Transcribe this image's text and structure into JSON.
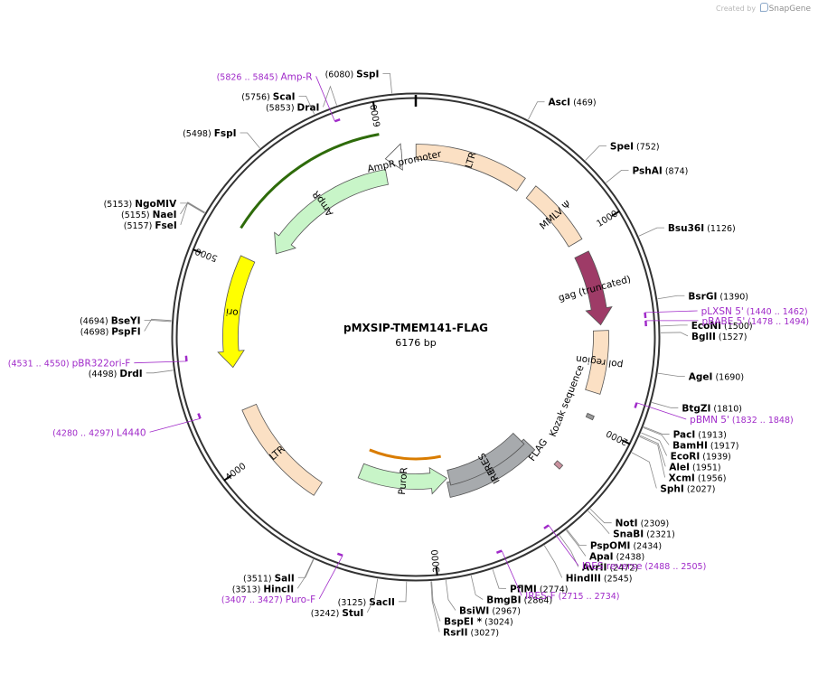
{
  "credit": {
    "prefix": "Created by",
    "brand": "SnapGene"
  },
  "plasmid": {
    "name": "pMXSIP-TMEM141-FLAG",
    "size_label": "6176 bp",
    "length": 6176
  },
  "tick_labels": [
    "1000",
    "2000",
    "3000",
    "4000",
    "5000",
    "6000"
  ],
  "sites": [
    {
      "name": "SspI",
      "pos": "(6080)",
      "loc": 6080
    },
    {
      "name": "AscI",
      "pos": "(469)",
      "loc": 469
    },
    {
      "name": "SpeI",
      "pos": "(752)",
      "loc": 752
    },
    {
      "name": "PshAI",
      "pos": "(874)",
      "loc": 874
    },
    {
      "name": "Bsu36I",
      "pos": "(1126)",
      "loc": 1126
    },
    {
      "name": "BsrGI",
      "pos": "(1390)",
      "loc": 1390
    },
    {
      "name": "EcoNI",
      "pos": "(1500)",
      "loc": 1500
    },
    {
      "name": "BglII",
      "pos": "(1527)",
      "loc": 1527
    },
    {
      "name": "AgeI",
      "pos": "(1690)",
      "loc": 1690
    },
    {
      "name": "BtgZI",
      "pos": "(1810)",
      "loc": 1810
    },
    {
      "name": "PacI",
      "pos": "(1913)",
      "loc": 1913
    },
    {
      "name": "BamHI",
      "pos": "(1917)",
      "loc": 1917
    },
    {
      "name": "EcoRI",
      "pos": "(1939)",
      "loc": 1939
    },
    {
      "name": "AleI",
      "pos": "(1951)",
      "loc": 1951
    },
    {
      "name": "XcmI",
      "pos": "(1956)",
      "loc": 1956
    },
    {
      "name": "SphI",
      "pos": "(2027)",
      "loc": 2027
    },
    {
      "name": "NotI",
      "pos": "(2309)",
      "loc": 2309
    },
    {
      "name": "SnaBI",
      "pos": "(2321)",
      "loc": 2321
    },
    {
      "name": "PspOMI",
      "pos": "(2434)",
      "loc": 2434
    },
    {
      "name": "ApaI",
      "pos": "(2438)",
      "loc": 2438
    },
    {
      "name": "AvrII",
      "pos": "(2472)",
      "loc": 2472
    },
    {
      "name": "HindIII",
      "pos": "(2545)",
      "loc": 2545
    },
    {
      "name": "PflMI",
      "pos": "(2774)",
      "loc": 2774
    },
    {
      "name": "BmgBI",
      "pos": "(2864)",
      "loc": 2864
    },
    {
      "name": "BsiWI",
      "pos": "(2967)",
      "loc": 2967
    },
    {
      "name": "BspEI *",
      "pos": "(3024)",
      "loc": 3024
    },
    {
      "name": "RsrII",
      "pos": "(3027)",
      "loc": 3027
    },
    {
      "name": "SacII",
      "pos": "(3125)",
      "loc": 3125
    },
    {
      "name": "StuI",
      "pos": "(3242)",
      "loc": 3242
    },
    {
      "name": "SalI",
      "pos": "(3511)",
      "loc": 3511
    },
    {
      "name": "HincII",
      "pos": "(3513)",
      "loc": 3513
    },
    {
      "name": "DrdI",
      "pos": "(4498)",
      "loc": 4498
    },
    {
      "name": "BseYI",
      "pos": "(4694)",
      "loc": 4694
    },
    {
      "name": "PspFI",
      "pos": "(4698)",
      "loc": 4698
    },
    {
      "name": "NgoMIV",
      "pos": "(5153)",
      "loc": 5153
    },
    {
      "name": "NaeI",
      "pos": "(5155)",
      "loc": 5155
    },
    {
      "name": "FseI",
      "pos": "(5157)",
      "loc": 5157
    },
    {
      "name": "FspI",
      "pos": "(5498)",
      "loc": 5498
    },
    {
      "name": "ScaI",
      "pos": "(5756)",
      "loc": 5756
    },
    {
      "name": "DraI",
      "pos": "(5853)",
      "loc": 5853
    }
  ],
  "primers": [
    {
      "name": "Amp-R",
      "range": "(5826 .. 5845)",
      "loc": 5835
    },
    {
      "name": "pLXSN 5'",
      "range": "(1440 .. 1462)",
      "loc": 1451
    },
    {
      "name": "pBABE 5'",
      "range": "(1478 .. 1494)",
      "loc": 1486
    },
    {
      "name": "pBMN 5'",
      "range": "(1832 .. 1848)",
      "loc": 1840
    },
    {
      "name": "IRES reverse",
      "range": "(2488 .. 2505)",
      "loc": 2496
    },
    {
      "name": "IRES-F",
      "range": "(2715 .. 2734)",
      "loc": 2724
    },
    {
      "name": "Puro-F",
      "range": "(3407 .. 3427)",
      "loc": 3417
    },
    {
      "name": "L4440",
      "range": "(4280 .. 4297)",
      "loc": 4288
    },
    {
      "name": "pBR322ori-F",
      "range": "(4531 .. 4550)",
      "loc": 4540
    }
  ],
  "features": [
    {
      "name": "LTR",
      "start": 1,
      "end": 594,
      "color": "#fbe0c4",
      "dir": "none"
    },
    {
      "name": "MMLV Ψ",
      "start": 660,
      "end": 1020,
      "color": "#fbe0c4",
      "dir": "none"
    },
    {
      "name": "gag (truncated)",
      "start": 1090,
      "end": 1480,
      "color": "#9e3b67",
      "dir": "cw"
    },
    {
      "name": "pol region",
      "start": 1510,
      "end": 1840,
      "color": "#fbe0c4",
      "dir": "none"
    },
    {
      "name": "Kozak sequence",
      "start": 1955,
      "end": 1975,
      "color": "#999999",
      "dir": "none"
    },
    {
      "name": "FLAG",
      "start": 2250,
      "end": 2275,
      "color": "#c9909d",
      "dir": "none"
    },
    {
      "name": "IRES",
      "start": 2290,
      "end": 2880,
      "color": "#a7aaad",
      "dir": "none"
    },
    {
      "name": "IRES",
      "start": 2310,
      "end": 2860,
      "color": "#a7aaad",
      "dir": "none"
    },
    {
      "name": "PuroR",
      "start": 2875,
      "end": 3470,
      "color": "#c8f5c8",
      "dir": "ccw"
    },
    {
      "name": "LTR",
      "start": 3650,
      "end": 4240,
      "color": "#fbe0c4",
      "dir": "none"
    },
    {
      "name": "ori",
      "start": 4470,
      "end": 5060,
      "color": "#ffff00",
      "dir": "ccw"
    },
    {
      "name": "AmpR",
      "start": 5160,
      "end": 6000,
      "color": "#c8f5c8",
      "dir": "ccw"
    },
    {
      "name": "AmpR promoter",
      "start": 6010,
      "end": 6100,
      "color": "#ffffff",
      "dir": "ccw"
    }
  ],
  "colors": {
    "primer": "#a02ac9",
    "backbone": "#333333",
    "leader": "#888888",
    "orf_green": "#2e6b0a",
    "orf_orange": "#d97c00"
  }
}
